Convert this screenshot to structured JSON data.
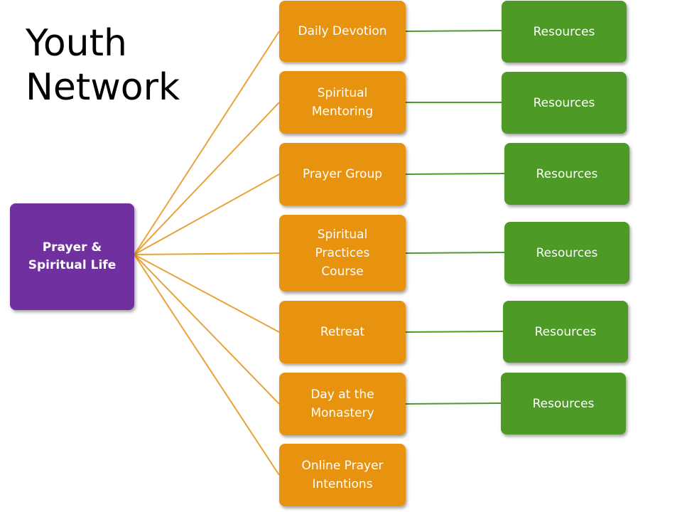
{
  "title": [
    "Youth",
    "Network"
  ],
  "colors": {
    "root": "#7030a0",
    "branch": "#e8930f",
    "resource": "#4e9a27",
    "root_connector": "#e8a33a",
    "resource_connector": "#4e9a27"
  },
  "root": {
    "label_lines": [
      "Prayer &",
      "Spiritual Life"
    ]
  },
  "branches": [
    {
      "label_lines": [
        "Daily Devotion"
      ],
      "resource": "Resources"
    },
    {
      "label_lines": [
        "Spiritual",
        "Mentoring"
      ],
      "resource": "Resources"
    },
    {
      "label_lines": [
        "Prayer Group"
      ],
      "resource": "Resources"
    },
    {
      "label_lines": [
        "Spiritual",
        "Practices",
        "Course"
      ],
      "resource": "Resources"
    },
    {
      "label_lines": [
        "Retreat"
      ],
      "resource": "Resources"
    },
    {
      "label_lines": [
        "Day at the",
        "Monastery"
      ],
      "resource": "Resources"
    },
    {
      "label_lines": [
        "Online Prayer",
        "Intentions"
      ],
      "resource": null
    }
  ]
}
